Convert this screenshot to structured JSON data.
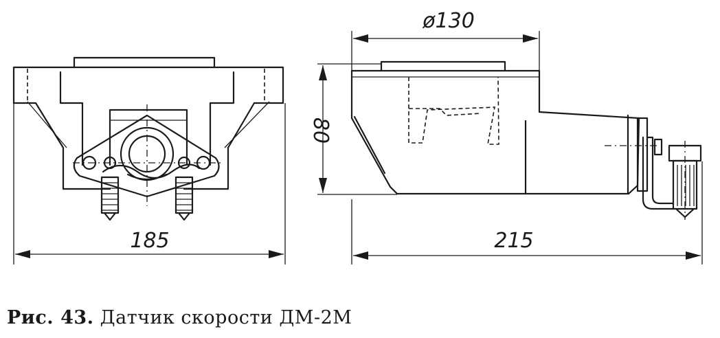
{
  "dimensions": {
    "width_front": "185",
    "length_side": "215",
    "height_side": "80",
    "diameter_side": "ø130"
  },
  "caption": {
    "figure_label": "Рис. 43.",
    "title": "Датчик скорости ДМ-2М"
  }
}
